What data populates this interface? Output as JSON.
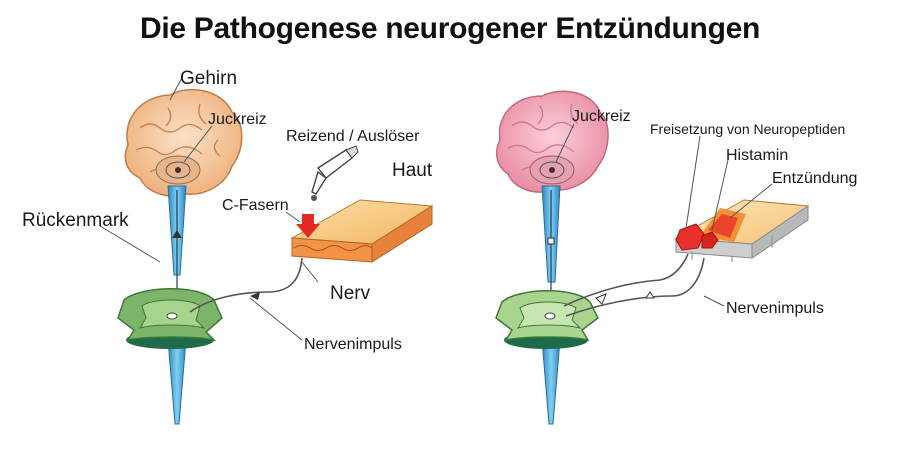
{
  "title": "Die Pathogenese neurogener Entzündungen",
  "left": {
    "gehirn": "Gehirn",
    "juckreiz": "Juckreiz",
    "reizend": "Reizend / Auslöser",
    "haut": "Haut",
    "c_fasern": "C-Fasern",
    "rueckenmark": "Rückenmark",
    "nerv": "Nerv",
    "nervenimpuls": "Nervenimpuls"
  },
  "right": {
    "juckreiz": "Juckreiz",
    "freisetzung": "Freisetzung von Neuropeptiden",
    "histamin": "Histamin",
    "entzuendung": "Entzündung",
    "nervenimpuls": "Nervenimpuls"
  },
  "colors": {
    "brain_left": "#f5c9a0",
    "brain_right": "#f2a9b8",
    "spinal": "#4aa8d6",
    "cord_section": "#7cb56a",
    "skin": "#f7c77a",
    "inflammation": "#e8312a"
  }
}
